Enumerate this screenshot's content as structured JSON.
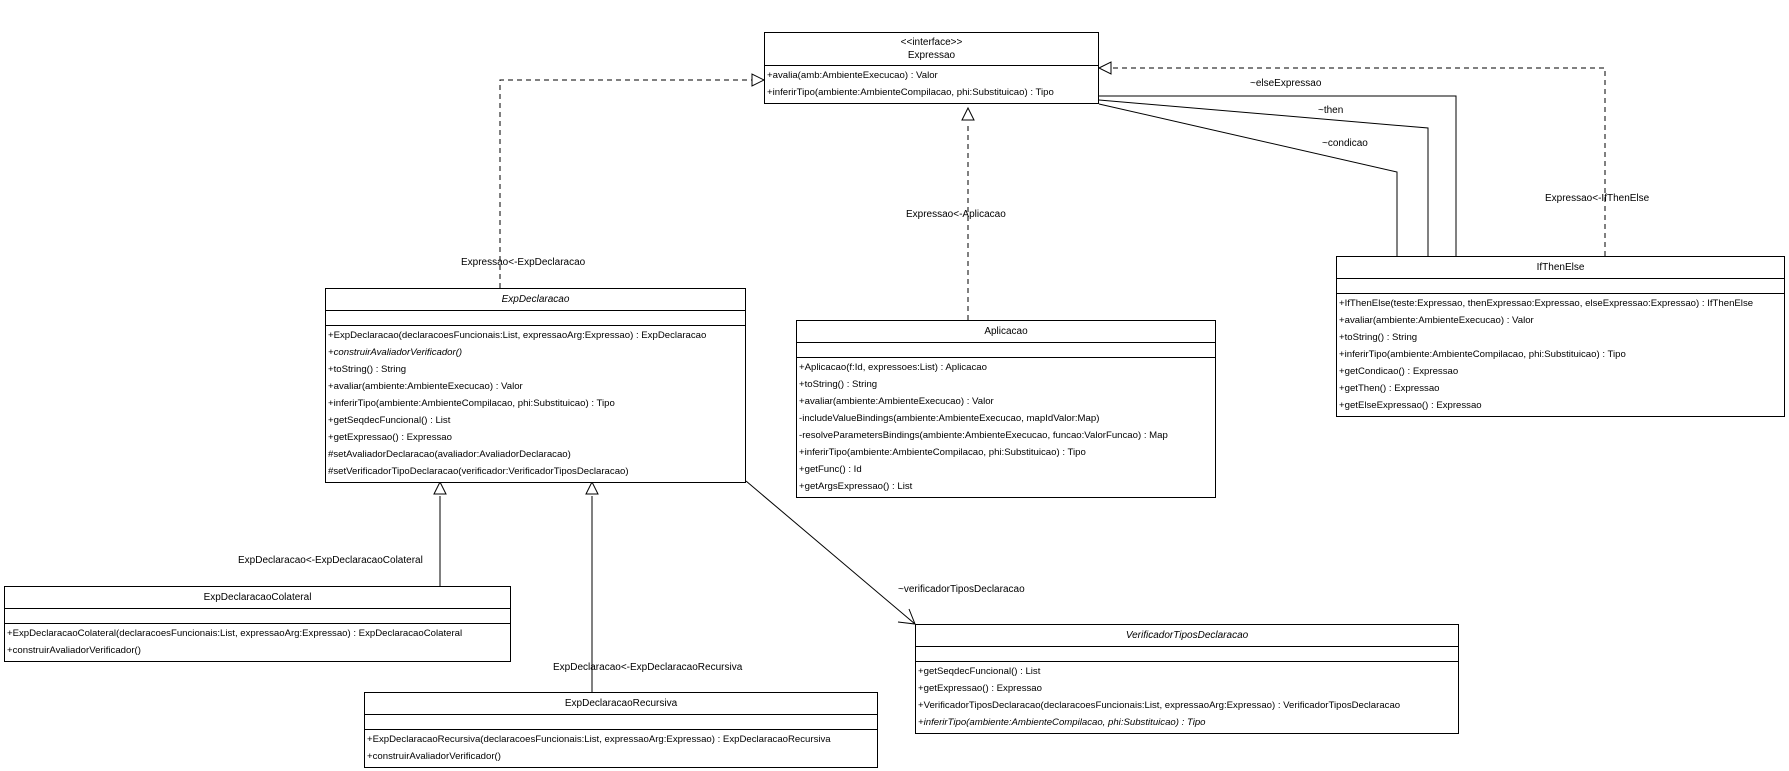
{
  "classes": {
    "expressao": {
      "stereotype": "<<interface>>",
      "name": "Expressao",
      "ops": [
        "+avalia(amb:AmbienteExecucao) : Valor",
        "+inferirTipo(ambiente:AmbienteCompilacao, phi:Substituicao) : Tipo"
      ]
    },
    "expdeclaracao": {
      "name": "ExpDeclaracao",
      "ops": [
        "+ExpDeclaracao(declaracoesFuncionais:List, expressaoArg:Expressao) : ExpDeclaracao",
        "+construirAvaliadorVerificador()",
        "+toString() : String",
        "+avaliar(ambiente:AmbienteExecucao) : Valor",
        "+inferirTipo(ambiente:AmbienteCompilacao, phi:Substituicao) : Tipo",
        "+getSeqdecFuncional() : List",
        "+getExpressao() : Expressao",
        "#setAvaliadorDeclaracao(avaliador:AvaliadorDeclaracao)",
        "#setVerificadorTipoDeclaracao(verificador:VerificadorTiposDeclaracao)"
      ]
    },
    "aplicacao": {
      "name": "Aplicacao",
      "ops": [
        "+Aplicacao(f:Id, expressoes:List) : Aplicacao",
        "+toString() : String",
        "+avaliar(ambiente:AmbienteExecucao) : Valor",
        "-includeValueBindings(ambiente:AmbienteExecucao, mapIdValor:Map)",
        "-resolveParametersBindings(ambiente:AmbienteExecucao, funcao:ValorFuncao) : Map",
        "+inferirTipo(ambiente:AmbienteCompilacao, phi:Substituicao) : Tipo",
        "+getFunc() : Id",
        "+getArgsExpressao() : List"
      ]
    },
    "ifthenelse": {
      "name": "IfThenElse",
      "ops": [
        "+IfThenElse(teste:Expressao, thenExpressao:Expressao, elseExpressao:Expressao) : IfThenElse",
        "+avaliar(ambiente:AmbienteExecucao) : Valor",
        "+toString() : String",
        "+inferirTipo(ambiente:AmbienteCompilacao, phi:Substituicao) : Tipo",
        "+getCondicao() : Expressao",
        "+getThen() : Expressao",
        "+getElseExpressao() : Expressao"
      ]
    },
    "colateral": {
      "name": "ExpDeclaracaoColateral",
      "ops": [
        "+ExpDeclaracaoColateral(declaracoesFuncionais:List, expressaoArg:Expressao) : ExpDeclaracaoColateral",
        "+construirAvaliadorVerificador()"
      ]
    },
    "recursiva": {
      "name": "ExpDeclaracaoRecursiva",
      "ops": [
        "+ExpDeclaracaoRecursiva(declaracoesFuncionais:List, expressaoArg:Expressao) : ExpDeclaracaoRecursiva",
        "+construirAvaliadorVerificador()"
      ]
    },
    "verificador": {
      "name": "VerificadorTiposDeclaracao",
      "ops": [
        "+getSeqdecFuncional() : List",
        "+getExpressao() : Expressao",
        "+VerificadorTiposDeclaracao(declaracoesFuncionais:List, expressaoArg:Expressao) : VerificadorTiposDeclaracao",
        "+inferirTipo(ambiente:AmbienteCompilacao, phi:Substituicao) : Tipo"
      ]
    }
  },
  "labels": {
    "else_expressao": "~elseExpressao",
    "then": "~then",
    "condicao": "~condicao",
    "expressao_ifthenelse": "Expressao<-IfThenElse",
    "expressao_aplicacao": "Expressao<-Aplicacao",
    "expressao_expdeclaracao": "Expressao<-ExpDeclaracao",
    "expdeclaracao_colateral": "ExpDeclaracao<-ExpDeclaracaoColateral",
    "expdeclaracao_recursiva": "ExpDeclaracao<-ExpDeclaracaoRecursiva",
    "verificador_tipos": "~verificadorTiposDeclaracao"
  }
}
